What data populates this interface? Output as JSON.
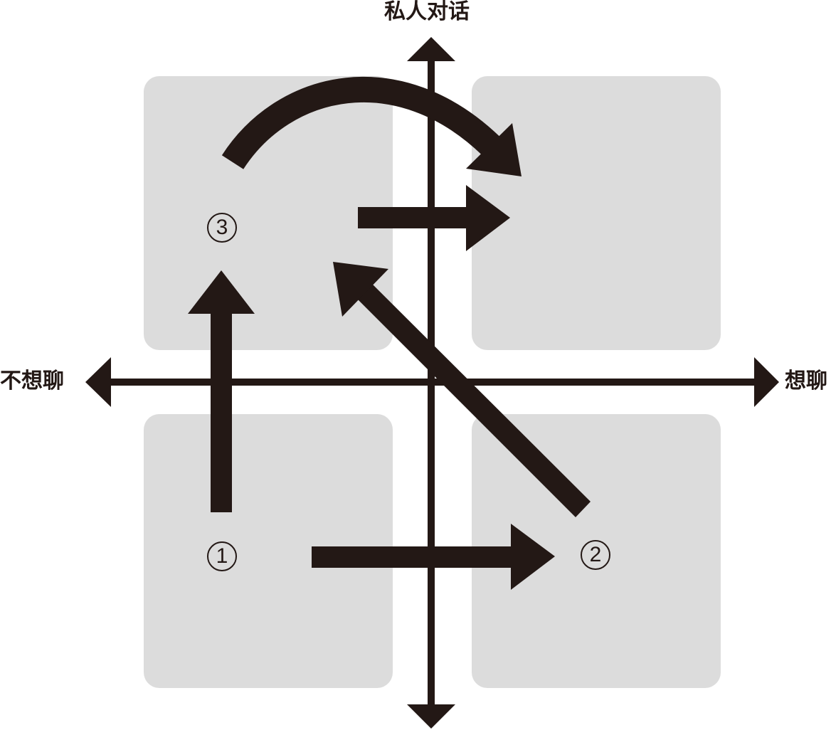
{
  "labels": {
    "top": "私人对话",
    "left": "不想聊",
    "right": "想聊"
  },
  "markers": {
    "one": "1",
    "two": "2",
    "three": "3"
  },
  "colors": {
    "ink": "#231815",
    "quadrant": "#dcdcdc"
  }
}
